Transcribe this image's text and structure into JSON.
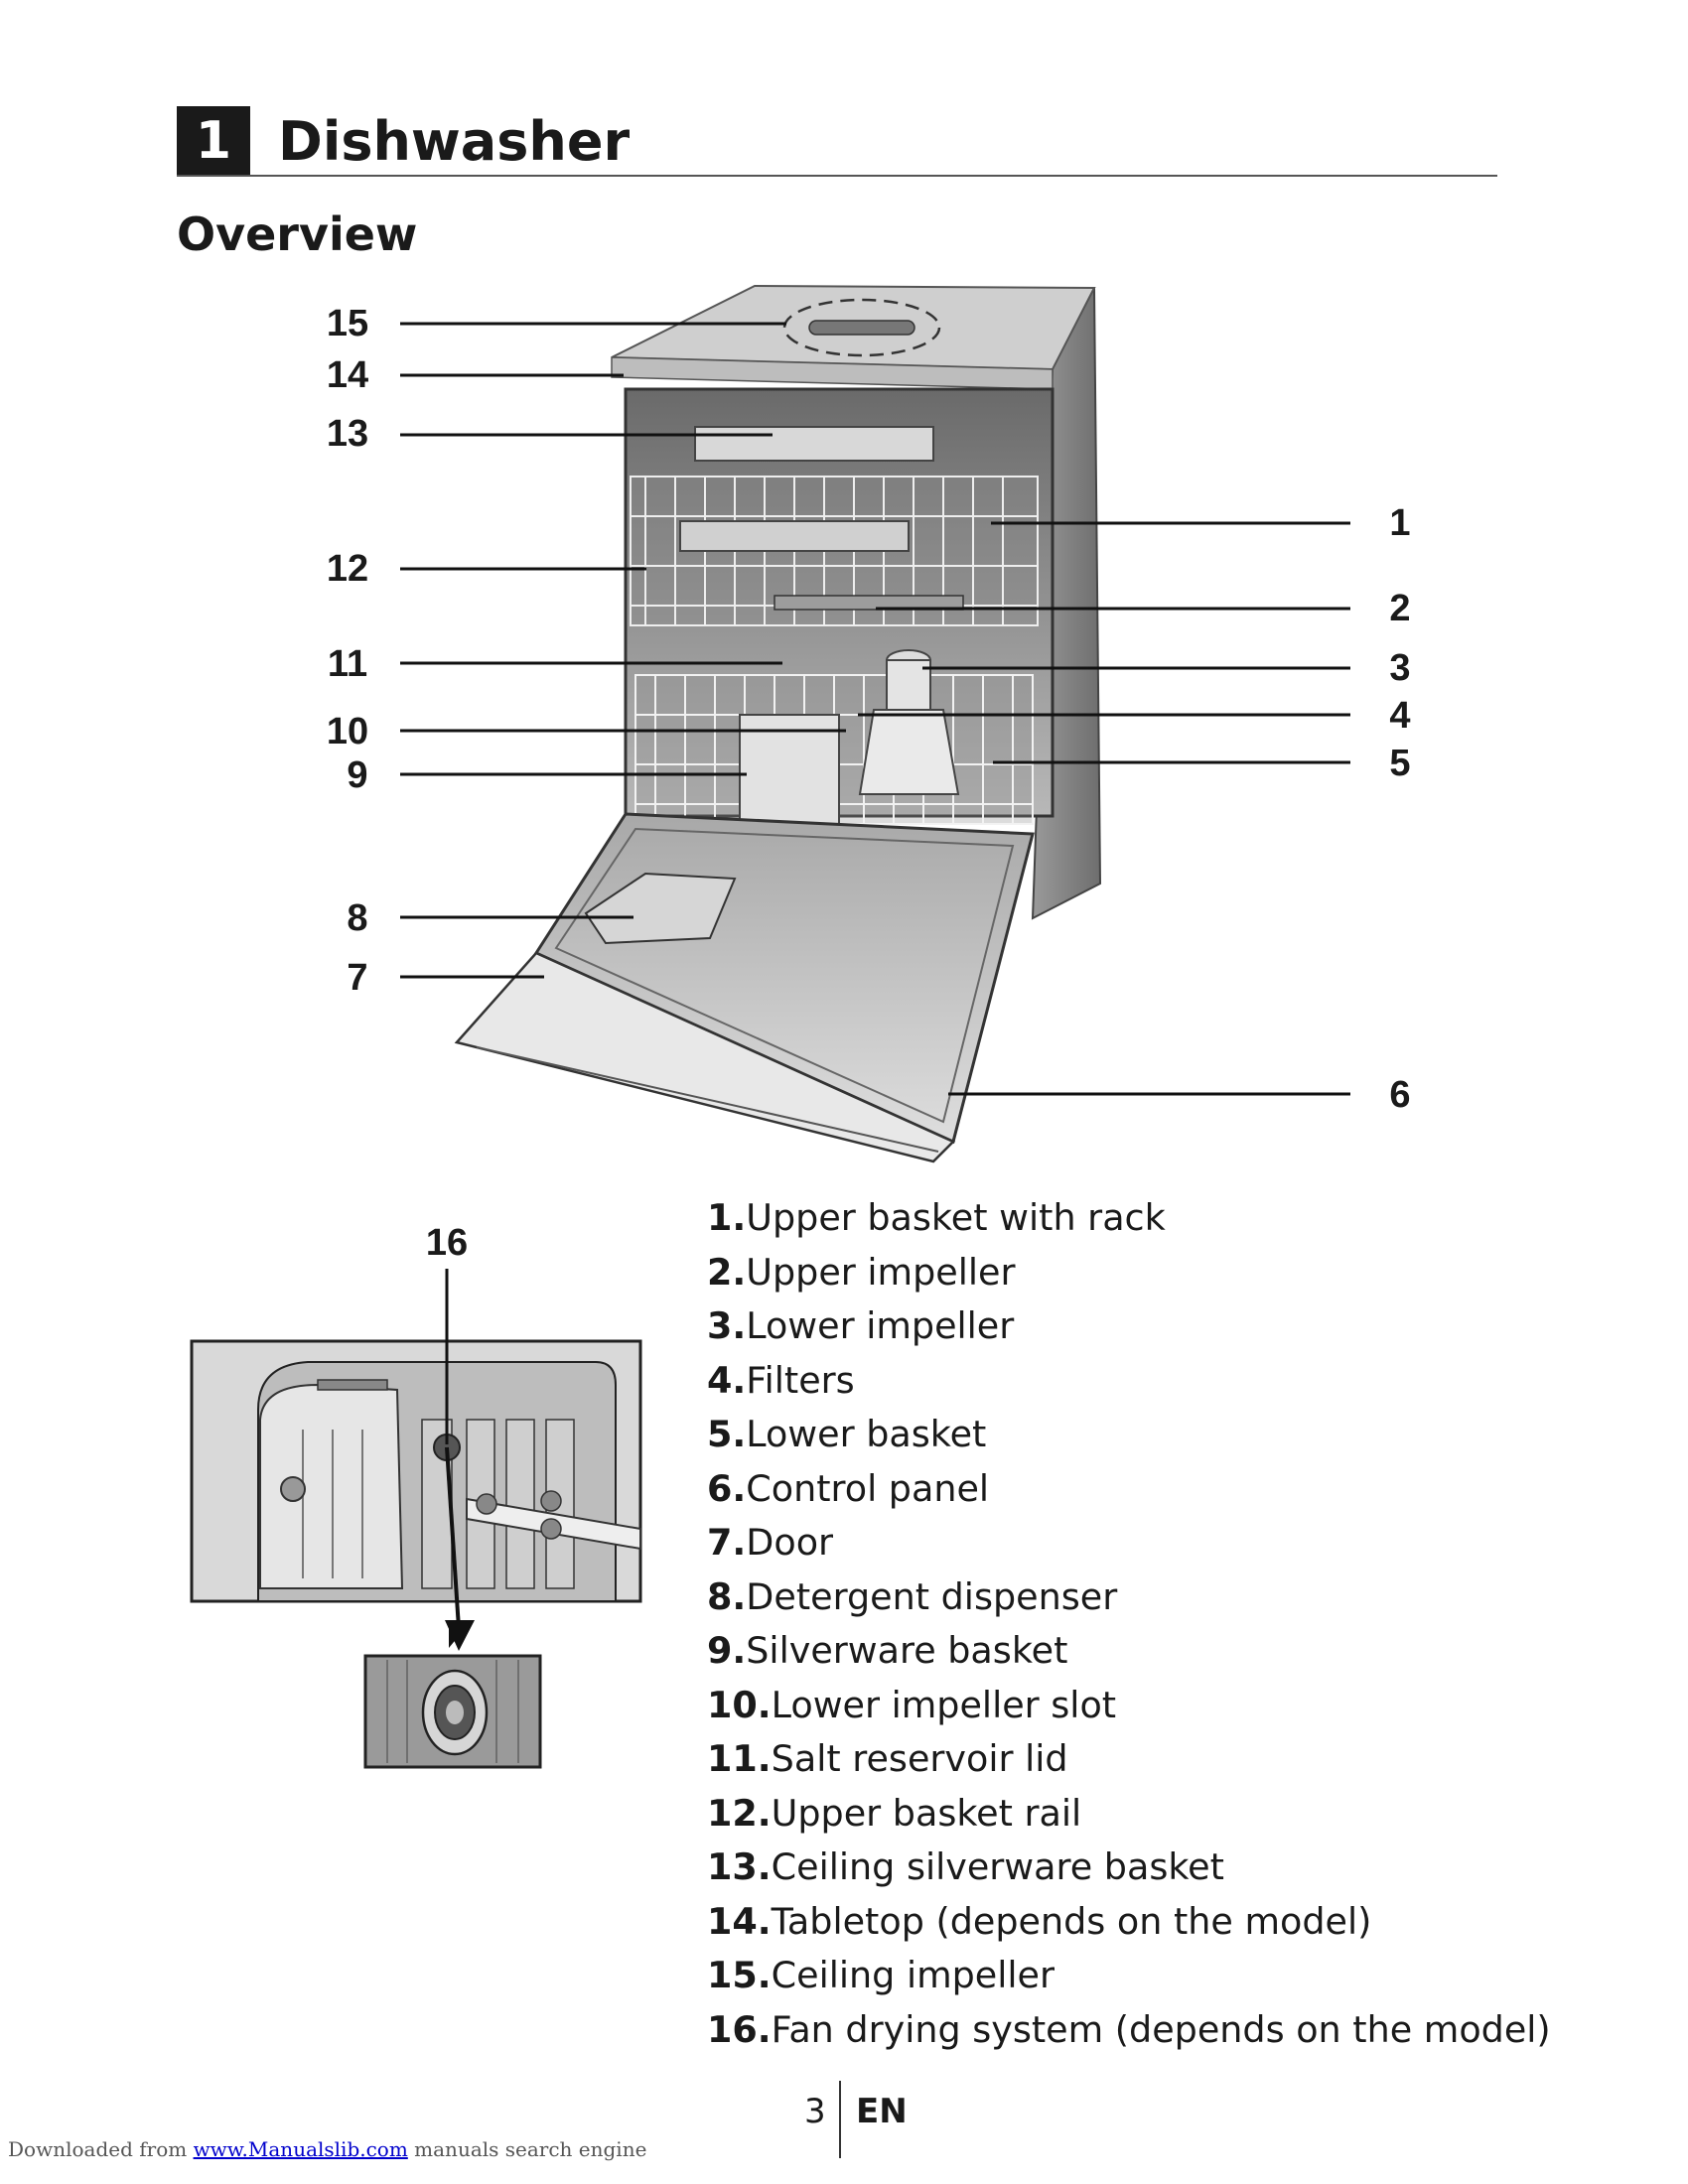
{
  "header": {
    "chapter_number": "1",
    "chapter_title": "Dishwasher",
    "section_title": "Overview"
  },
  "diagram": {
    "callouts_left": [
      "15",
      "14",
      "13",
      "12",
      "11",
      "10",
      "9",
      "8",
      "7"
    ],
    "callouts_right": [
      "1",
      "2",
      "3",
      "4",
      "5",
      "6"
    ],
    "inset_callout": "16"
  },
  "parts": [
    {
      "num": "1.",
      "label": "Upper basket with rack"
    },
    {
      "num": "2.",
      "label": "Upper impeller"
    },
    {
      "num": "3.",
      "label": "Lower impeller"
    },
    {
      "num": "4.",
      "label": "Filters"
    },
    {
      "num": "5.",
      "label": "Lower basket"
    },
    {
      "num": "6.",
      "label": "Control panel"
    },
    {
      "num": "7.",
      "label": "Door"
    },
    {
      "num": "8.",
      "label": "Detergent dispenser"
    },
    {
      "num": "9.",
      "label": "Silverware basket"
    },
    {
      "num": "10.",
      "label": "Lower impeller slot"
    },
    {
      "num": "11.",
      "label": "Salt reservoir lid"
    },
    {
      "num": "12.",
      "label": "Upper basket rail"
    },
    {
      "num": "13.",
      "label": "Ceiling silverware basket"
    },
    {
      "num": "14.",
      "label": "Tabletop (depends on the model)"
    },
    {
      "num": "15.",
      "label": "Ceiling impeller"
    },
    {
      "num": "16.",
      "label": "Fan drying system (depends on the model)"
    }
  ],
  "footer": {
    "page_number": "3",
    "language": "EN",
    "downloaded_prefix": "Downloaded from ",
    "site_link": "www.Manualslib.com",
    "downloaded_suffix": " manuals search engine"
  }
}
